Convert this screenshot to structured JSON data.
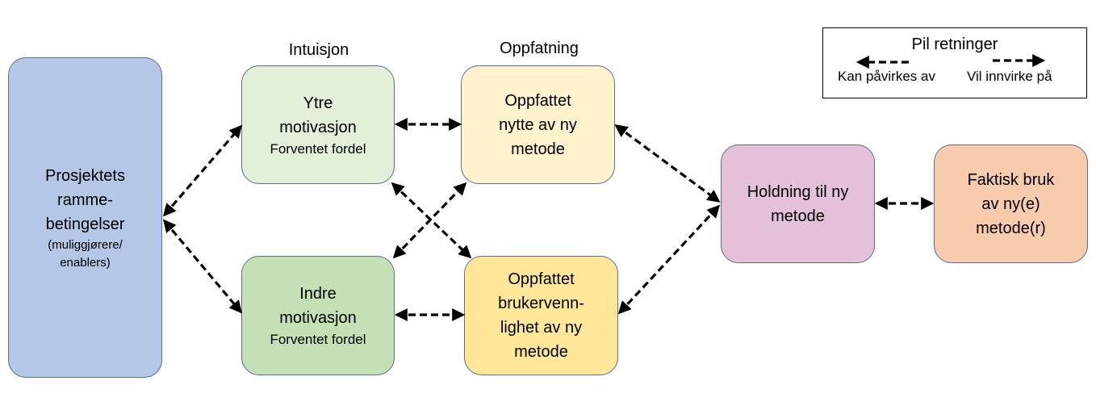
{
  "columns": {
    "intuition": "Intuisjon",
    "perception": "Oppfatning"
  },
  "nodes": {
    "framework": {
      "lines": [
        "Prosjektets",
        "ramme-",
        "betingelser"
      ],
      "sub": [
        "(muliggjørere/",
        "enablers)"
      ],
      "color": "#b4c7e7"
    },
    "outer": {
      "lines": [
        "Ytre",
        "motivasjon"
      ],
      "sub": "Forventet fordel",
      "color": "#e2f0d9"
    },
    "inner": {
      "lines": [
        "Indre",
        "motivasjon"
      ],
      "sub": "Forventet fordel",
      "color": "#c5e0b4"
    },
    "usefulness": {
      "lines": [
        "Oppfattet",
        "nytte av ny",
        "metode"
      ],
      "color": "#fff2cc"
    },
    "usability": {
      "lines": [
        "Oppfattet",
        "brukervenn-",
        "lighet av ny",
        "metode"
      ],
      "color": "#ffe699"
    },
    "attitude": {
      "lines": [
        "Holdning til ny",
        "metode"
      ],
      "color": "#e4c1d9"
    },
    "usage": {
      "lines": [
        "Faktisk bruk",
        "av ny(e)",
        "metode(r)"
      ],
      "color": "#f8cbad"
    }
  },
  "legend": {
    "title": "Pil retninger",
    "left_label": "Kan påvirkes av",
    "right_label": "Vil innvirke på"
  }
}
